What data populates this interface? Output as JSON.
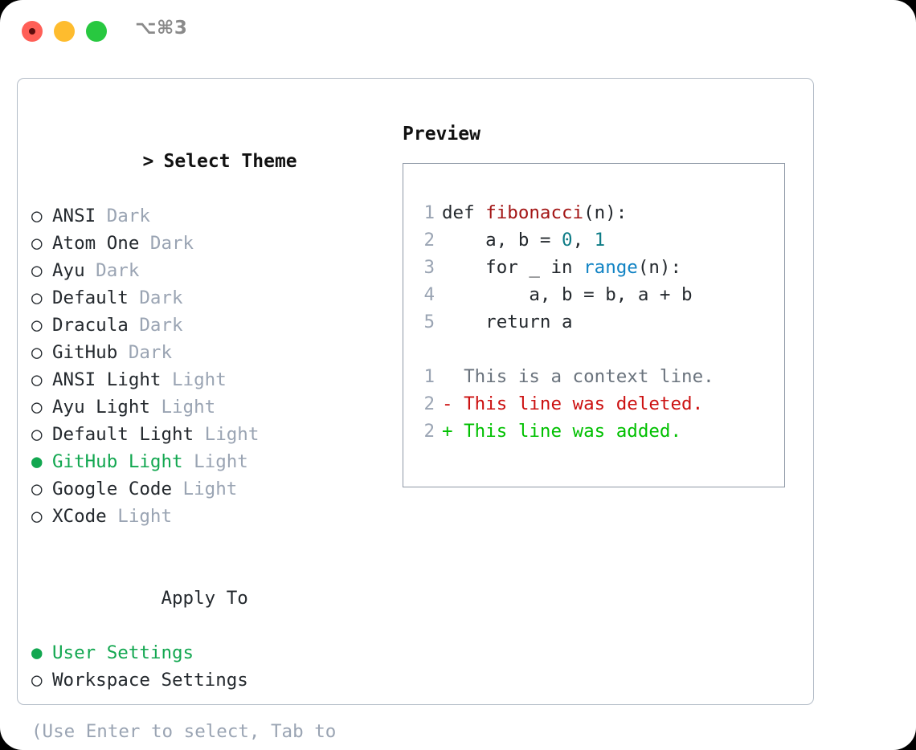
{
  "titlebar": {
    "shortcut": "⌥⌘3",
    "lights": [
      {
        "name": "close",
        "color": "#ff5f57"
      },
      {
        "name": "minimize",
        "color": "#febc2e"
      },
      {
        "name": "maximize",
        "color": "#28c840"
      }
    ]
  },
  "theme_picker": {
    "prompt": ">",
    "heading": "Select Theme",
    "unselected_marker": "○",
    "selected_marker": "●",
    "items": [
      {
        "name": "ANSI",
        "kind": "Dark",
        "selected": false
      },
      {
        "name": "Atom One",
        "kind": "Dark",
        "selected": false
      },
      {
        "name": "Ayu",
        "kind": "Dark",
        "selected": false
      },
      {
        "name": "Default",
        "kind": "Dark",
        "selected": false
      },
      {
        "name": "Dracula",
        "kind": "Dark",
        "selected": false
      },
      {
        "name": "GitHub",
        "kind": "Dark",
        "selected": false
      },
      {
        "name": "ANSI Light",
        "kind": "Light",
        "selected": false
      },
      {
        "name": "Ayu Light",
        "kind": "Light",
        "selected": false
      },
      {
        "name": "Default Light",
        "kind": "Light",
        "selected": false
      },
      {
        "name": "GitHub Light",
        "kind": "Light",
        "selected": true
      },
      {
        "name": "Google Code",
        "kind": "Light",
        "selected": false
      },
      {
        "name": "XCode",
        "kind": "Light",
        "selected": false
      }
    ]
  },
  "apply_to": {
    "label": "Apply To",
    "options": [
      {
        "name": "User Settings",
        "selected": true
      },
      {
        "name": "Workspace Settings",
        "selected": false
      }
    ]
  },
  "hint": "(Use Enter to select, Tab to change focus)",
  "preview": {
    "title": "Preview",
    "code_lines": [
      {
        "number": "1",
        "tokens": [
          {
            "text": "def ",
            "type": "plain"
          },
          {
            "text": "fibonacci",
            "type": "fn"
          },
          {
            "text": "(n):",
            "type": "plain"
          }
        ]
      },
      {
        "number": "2",
        "tokens": [
          {
            "text": "    a, b = ",
            "type": "plain"
          },
          {
            "text": "0",
            "type": "num"
          },
          {
            "text": ", ",
            "type": "plain"
          },
          {
            "text": "1",
            "type": "num"
          }
        ]
      },
      {
        "number": "3",
        "tokens": [
          {
            "text": "    for _ in ",
            "type": "plain"
          },
          {
            "text": "range",
            "type": "builtin"
          },
          {
            "text": "(n):",
            "type": "plain"
          }
        ]
      },
      {
        "number": "4",
        "tokens": [
          {
            "text": "        a, b = b, a + b",
            "type": "plain"
          }
        ]
      },
      {
        "number": "5",
        "tokens": [
          {
            "text": "    return a",
            "type": "plain"
          }
        ]
      }
    ],
    "diff_lines": [
      {
        "number": "1",
        "sign": "  ",
        "text": "This is a context line.",
        "kind": "context"
      },
      {
        "number": "2",
        "sign": "- ",
        "text": "This line was deleted.",
        "kind": "deleted"
      },
      {
        "number": "2",
        "sign": "+ ",
        "text": "This line was added.",
        "kind": "added"
      }
    ]
  },
  "colors": {
    "selected_green": "#12a750",
    "muted_gray": "#9aa4b3",
    "diff_deleted": "#cc1111",
    "diff_added": "#00c000",
    "diff_context": "#6a737d",
    "function_red": "#a31515",
    "number_teal": "#0e7c86",
    "builtin_blue": "#1183c4",
    "panel_border": "#b3bcc7",
    "preview_border": "#8e98a6"
  }
}
